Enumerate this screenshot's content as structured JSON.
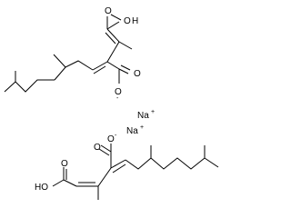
{
  "molecule": {
    "labels": {
      "upper_acid": "O",
      "upper_acid_h": "H",
      "upper_carboxylate_o": "O",
      "upper_carboxylate_charge": "-",
      "sodium_1": "Na",
      "sodium_1_charge": "+",
      "sodium_2": "Na",
      "sodium_2_charge": "+",
      "lower_carboxylate_o": "O",
      "lower_carboxylate_charge": "-",
      "lower_acid": "HO",
      "lower_acid_o": "O"
    }
  }
}
